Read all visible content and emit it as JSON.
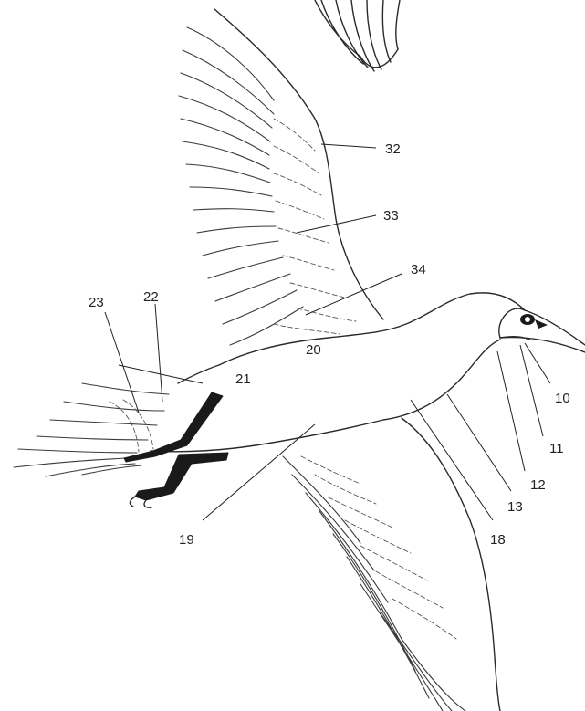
{
  "figure": {
    "callouts": [
      {
        "id": "32",
        "text": "32"
      },
      {
        "id": "33",
        "text": "33"
      },
      {
        "id": "34",
        "text": "34"
      },
      {
        "id": "20",
        "text": "20"
      },
      {
        "id": "21",
        "text": "21"
      },
      {
        "id": "22",
        "text": "22"
      },
      {
        "id": "23",
        "text": "23"
      },
      {
        "id": "10",
        "text": "10"
      },
      {
        "id": "11",
        "text": "11"
      },
      {
        "id": "12",
        "text": "12"
      },
      {
        "id": "13",
        "text": "13"
      },
      {
        "id": "18",
        "text": "18"
      },
      {
        "id": "19",
        "text": "19"
      }
    ]
  }
}
